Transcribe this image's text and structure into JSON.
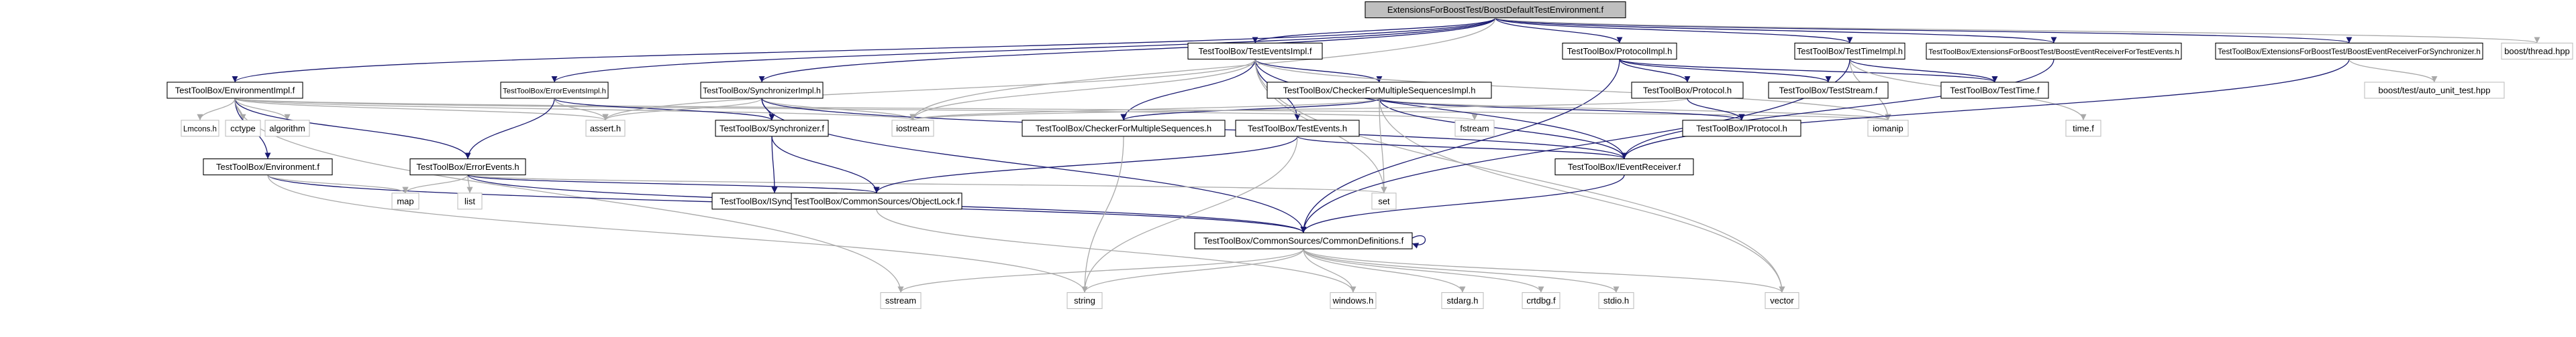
{
  "title": "",
  "colors": {
    "internal_edge": "#191970",
    "external_edge": "#a9a9a9",
    "root_fill": "#bfbfbf",
    "internal_border": "#000000",
    "external_border": "#bfbfbf"
  },
  "nodes": [
    {
      "id": "root",
      "label": "ExtensionsForBoostTest/BoostDefaultTestEnvironment.f",
      "kind": "root"
    },
    {
      "id": "envimpl",
      "label": "TestToolBox/EnvironmentImpl.f",
      "kind": "internal"
    },
    {
      "id": "errimpl",
      "label": "TestToolBox/ErrorEventsImpl.h",
      "kind": "internal"
    },
    {
      "id": "syncimpl",
      "label": "TestToolBox/SynchronizerImpl.h",
      "kind": "internal"
    },
    {
      "id": "teimpl",
      "label": "TestToolBox/TestEventsImpl.f",
      "kind": "internal"
    },
    {
      "id": "protimpl",
      "label": "TestToolBox/ProtocolImpl.h",
      "kind": "internal"
    },
    {
      "id": "timeimpl",
      "label": "TestToolBox/TestTimeImpl.h",
      "kind": "internal"
    },
    {
      "id": "erte",
      "label": "TestToolBox/ExtensionsForBoostTest/BoostEventReceiverForTestEvents.h",
      "kind": "internal"
    },
    {
      "id": "ersync",
      "label": "TestToolBox/ExtensionsForBoostTest/BoostEventReceiverForSynchronizer.h",
      "kind": "internal"
    },
    {
      "id": "thread",
      "label": "boost/thread.hpp",
      "kind": "external"
    },
    {
      "id": "lmcons",
      "label": "Lmcons.h",
      "kind": "external"
    },
    {
      "id": "cctype",
      "label": "cctype",
      "kind": "external"
    },
    {
      "id": "algorithm",
      "label": "algorithm",
      "kind": "external"
    },
    {
      "id": "env",
      "label": "TestToolBox/Environment.f",
      "kind": "internal"
    },
    {
      "id": "errev",
      "label": "TestToolBox/ErrorEvents.h",
      "kind": "internal"
    },
    {
      "id": "assert",
      "label": "assert.h",
      "kind": "external"
    },
    {
      "id": "sync",
      "label": "TestToolBox/Synchronizer.f",
      "kind": "internal"
    },
    {
      "id": "iostream",
      "label": "iostream",
      "kind": "external"
    },
    {
      "id": "checkerimpl",
      "label": "TestToolBox/CheckerForMultipleSequencesImpl.h",
      "kind": "internal"
    },
    {
      "id": "checker",
      "label": "TestToolBox/CheckerForMultipleSequences.h",
      "kind": "internal"
    },
    {
      "id": "fstream",
      "label": "fstream",
      "kind": "external"
    },
    {
      "id": "prot",
      "label": "TestToolBox/Protocol.h",
      "kind": "internal"
    },
    {
      "id": "iprot",
      "label": "TestToolBox/IProtocol.h",
      "kind": "internal"
    },
    {
      "id": "iomanip",
      "label": "iomanip",
      "kind": "external"
    },
    {
      "id": "teststream",
      "label": "TestToolBox/TestStream.f",
      "kind": "internal"
    },
    {
      "id": "testtime",
      "label": "TestToolBox/TestTime.f",
      "kind": "internal"
    },
    {
      "id": "timef",
      "label": "time.f",
      "kind": "external"
    },
    {
      "id": "autounit",
      "label": "boost/test/auto_unit_test.hpp",
      "kind": "external"
    },
    {
      "id": "testevents",
      "label": "TestToolBox/TestEvents.h",
      "kind": "internal"
    },
    {
      "id": "map",
      "label": "map",
      "kind": "external"
    },
    {
      "id": "list",
      "label": "list",
      "kind": "external"
    },
    {
      "id": "isync",
      "label": "TestToolBox/ISynchronizer.h",
      "kind": "internal"
    },
    {
      "id": "objlock",
      "label": "TestToolBox/CommonSources/ObjectLock.f",
      "kind": "internal"
    },
    {
      "id": "set",
      "label": "set",
      "kind": "external"
    },
    {
      "id": "ievrec",
      "label": "TestToolBox/IEventReceiver.f",
      "kind": "internal"
    },
    {
      "id": "commondefs",
      "label": "TestToolBox/CommonSources/CommonDefinitions.f",
      "kind": "internal"
    },
    {
      "id": "sstream",
      "label": "sstream",
      "kind": "external"
    },
    {
      "id": "string",
      "label": "string",
      "kind": "external"
    },
    {
      "id": "windows",
      "label": "windows.h",
      "kind": "external"
    },
    {
      "id": "stdarg",
      "label": "stdarg.h",
      "kind": "external"
    },
    {
      "id": "crtdbg",
      "label": "crtdbg.f",
      "kind": "external"
    },
    {
      "id": "stdio",
      "label": "stdio.h",
      "kind": "external"
    },
    {
      "id": "vector",
      "label": "vector",
      "kind": "external"
    }
  ]
}
